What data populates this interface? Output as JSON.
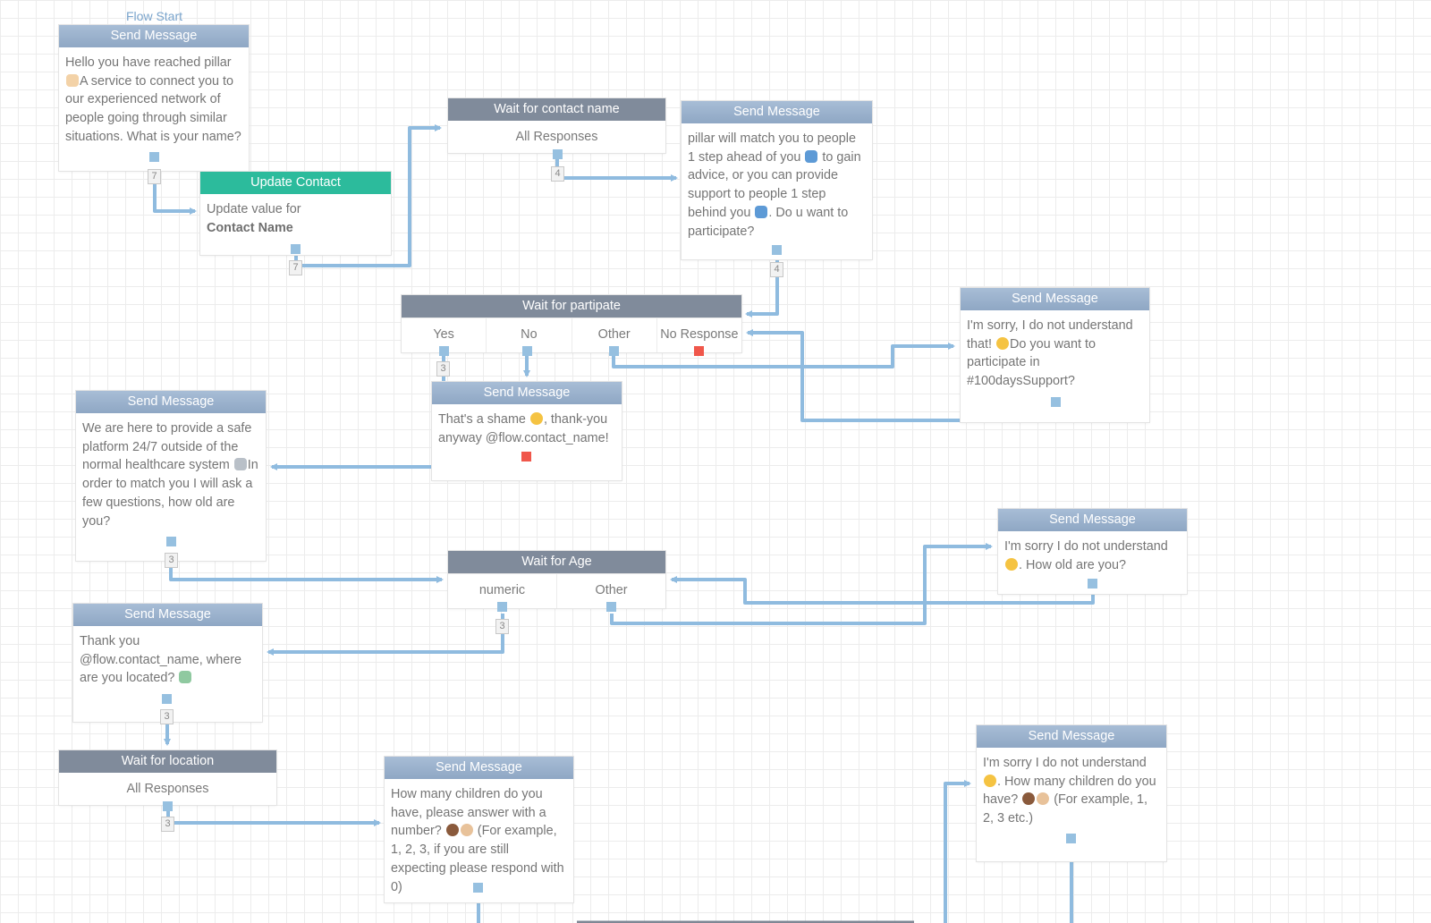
{
  "flow_start_label": "Flow Start",
  "colors": {
    "wire": "#8fbbdf",
    "message_header": "#97adc9",
    "wait_header": "#808b9b",
    "action_header": "#2cbb9c",
    "no_response_exit": "#f0574b"
  },
  "nodes": {
    "greeting": {
      "title": "Send Message",
      "text_1": "Hello you have reached pillar",
      "text_2": "A service to connect you to our experienced network of people going through similar situations. What is your name?",
      "emoji": "raised-hands-icon",
      "exit_count": "7"
    },
    "update_contact": {
      "title": "Update Contact",
      "text": "Update value for",
      "field": "Contact Name",
      "exit_count": "7"
    },
    "wait_name": {
      "title": "Wait for contact name",
      "case": "All Responses",
      "exit_count": "4"
    },
    "match_info": {
      "title": "Send Message",
      "text_1": "pillar will match you to people 1 step ahead of you",
      "text_2": "to gain advice, or you can provide support to people 1 step behind you",
      "text_3": ". Do u want to participate?",
      "exit_count": "4"
    },
    "wait_participate": {
      "title": "Wait for partipate",
      "cases": [
        "Yes",
        "No",
        "Other",
        "No Response"
      ],
      "yes_count": "3"
    },
    "sorry_participate": {
      "title": "Send Message",
      "text_1": "I'm sorry, I do not understand that!",
      "text_2": "Do you want to participate in #100daysSupport?"
    },
    "shame": {
      "title": "Send Message",
      "text_1": "That's a shame",
      "text_2": ", thank-you anyway @flow.contact_name!"
    },
    "safe_platform": {
      "title": "Send Message",
      "text_1": "We are here to provide a safe platform 24/7 outside of the normal healthcare system",
      "text_2": "In order to match you I will ask a few questions, how old are you?",
      "exit_count": "3"
    },
    "wait_age": {
      "title": "Wait for Age",
      "cases": [
        "numeric",
        "Other"
      ],
      "numeric_count": "3"
    },
    "sorry_age": {
      "title": "Send Message",
      "text_1": "I'm sorry I do not understand",
      "text_2": ". How old are you?"
    },
    "thank_you": {
      "title": "Send Message",
      "text_1": "Thank you @flow.contact_name, where are you located?",
      "exit_count": "3"
    },
    "wait_location": {
      "title": "Wait for location",
      "case": "All Responses",
      "exit_count": "3"
    },
    "children": {
      "title": "Send Message",
      "text_1": "How many children do you have, please answer with a number?",
      "text_2": "(For example, 1, 2, 3, if you are still expecting please respond with 0)"
    },
    "sorry_children": {
      "title": "Send Message",
      "text_1": "I'm sorry I do not understand",
      "text_2": ". How many children do you have?",
      "text_3": "(For example, 1, 2, 3 etc.)"
    }
  }
}
